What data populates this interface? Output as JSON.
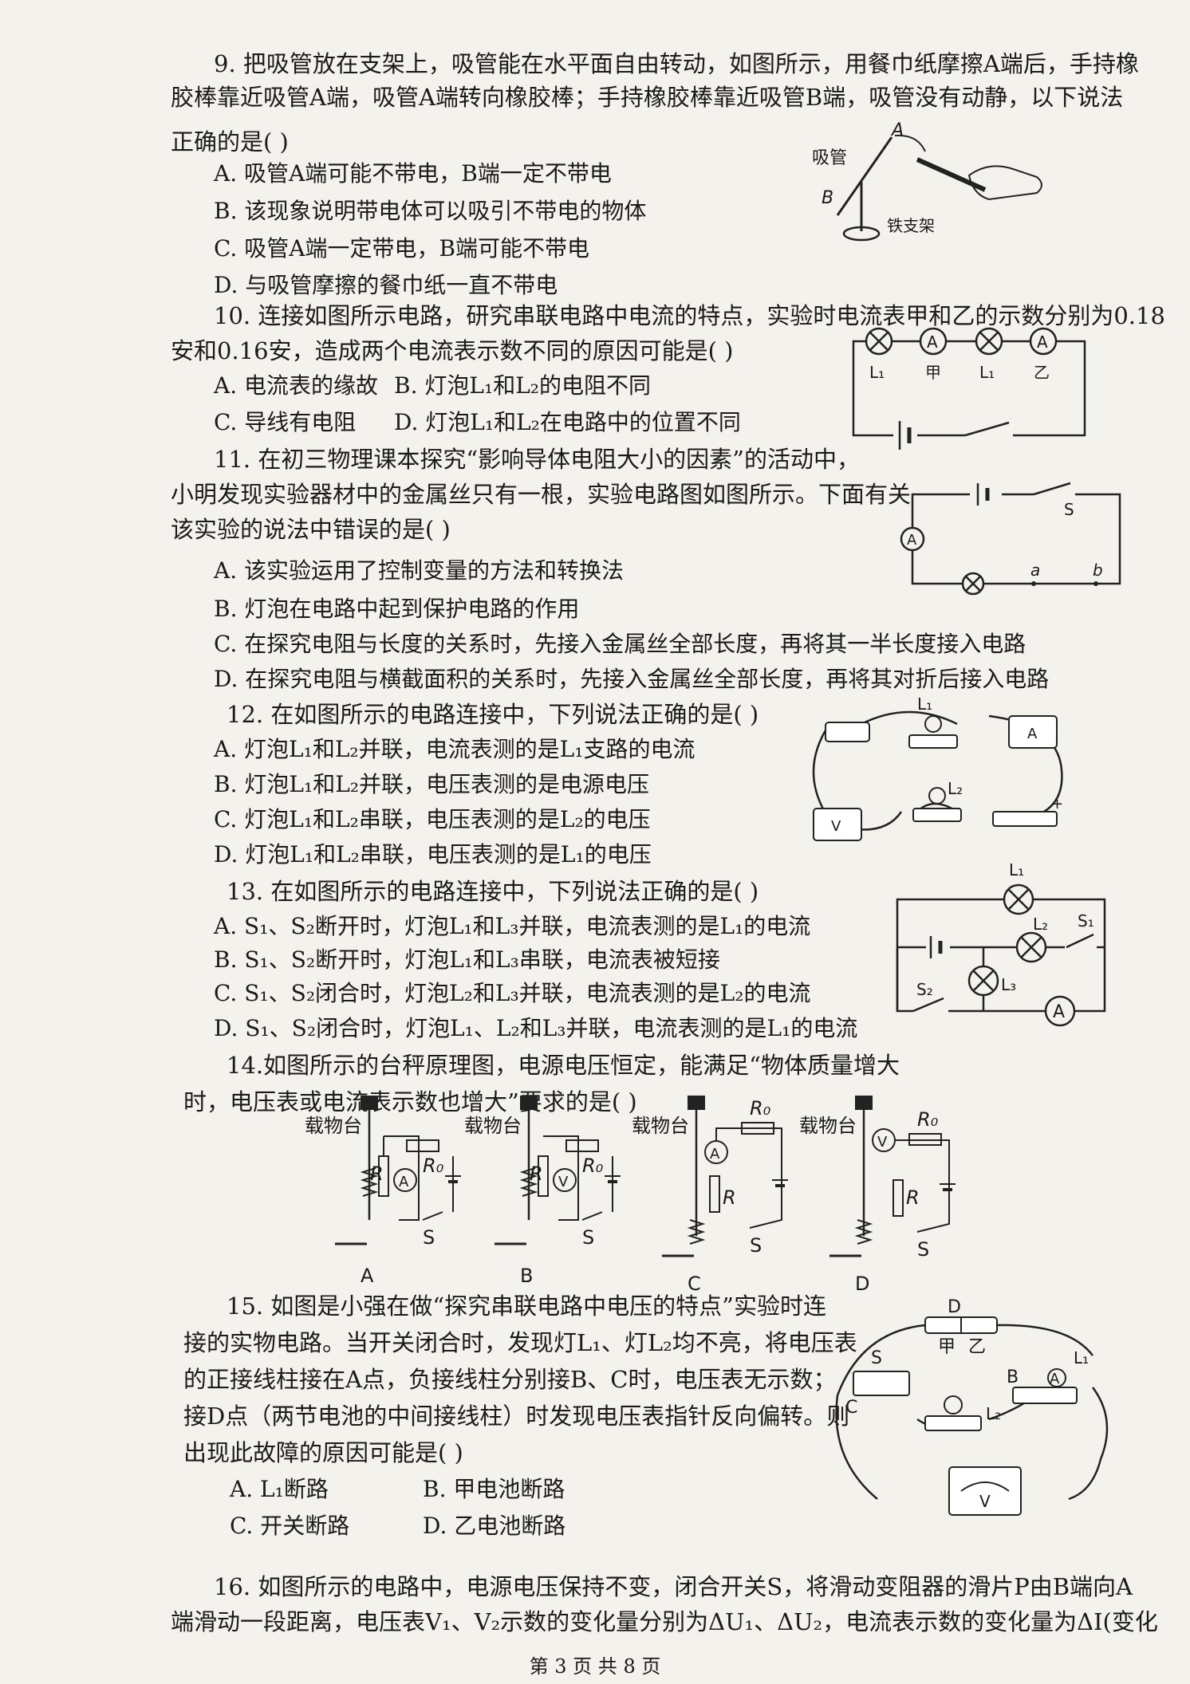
{
  "q9": {
    "stem": [
      "9. 把吸管放在支架上，吸管能在水平面自由转动，如图所示，用餐巾纸摩擦A端后，手持橡",
      "胶棒靠近吸管A端，吸管A端转向橡胶棒；手持橡胶棒靠近吸管B端，吸管没有动静，以下说法",
      "正确的是(      )"
    ],
    "options": [
      "A. 吸管A端可能不带电，B端一定不带电",
      "B. 该现象说明带电体可以吸引不带电的物体",
      "C. 吸管A端一定带电，B端可能不带电",
      "D. 与吸管摩擦的餐巾纸一直不带电"
    ],
    "fig": {
      "straw": "吸管",
      "stand": "铁支架",
      "a": "A",
      "b": "B"
    }
  },
  "q10": {
    "stem": [
      "10. 连接如图所示电路，研究串联电路中电流的特点，实验时电流表甲和乙的示数分别为0.18",
      "安和0.16安，造成两个电流表示数不同的原因可能是(      )"
    ],
    "options": [
      "A. 电流表的缘故",
      "B. 灯泡L₁和L₂的电阻不同",
      "C. 导线有电阻",
      "D. 灯泡L₁和L₂在电路中的位置不同"
    ],
    "fig": {
      "labels": [
        "L₁",
        "甲",
        "L₁",
        "乙"
      ],
      "meter": "A"
    }
  },
  "q11": {
    "stem": [
      "11. 在初三物理课本探究“影响导体电阻大小的因素”的活动中，",
      "小明发现实验器材中的金属丝只有一根，实验电路图如图所示。下面有关",
      "该实验的说法中错误的是(      )"
    ],
    "options": [
      "A. 该实验运用了控制变量的方法和转换法",
      "B. 灯泡在电路中起到保护电路的作用",
      "C. 在探究电阻与长度的关系时，先接入金属丝全部长度，再将其一半长度接入电路",
      "D. 在探究电阻与横截面积的关系时，先接入金属丝全部长度，再将其对折后接入电路"
    ],
    "fig": {
      "s": "S",
      "a": "a",
      "b": "b",
      "meter": "A"
    }
  },
  "q12": {
    "stem": [
      "12. 在如图所示的电路连接中，下列说法正确的是(      )"
    ],
    "options": [
      "A. 灯泡L₁和L₂并联，电流表测的是L₁支路的电流",
      "B. 灯泡L₁和L₂并联，电压表测的是电源电压",
      "C. 灯泡L₁和L₂串联，电压表测的是L₂的电压",
      "D. 灯泡L₁和L₂串联，电压表测的是L₁的电压"
    ],
    "fig": {
      "l1": "L₁",
      "l2": "L₂",
      "v": "V",
      "a": "A",
      "plus": "+"
    }
  },
  "q13": {
    "stem": [
      "13. 在如图所示的电路连接中，下列说法正确的是(      )"
    ],
    "options": [
      "A. S₁、S₂断开时，灯泡L₁和L₃并联，电流表测的是L₁的电流",
      "B. S₁、S₂断开时，灯泡L₁和L₃串联，电流表被短接",
      "C. S₁、S₂闭合时，灯泡L₂和L₃并联，电流表测的是L₂的电流",
      "D. S₁、S₂闭合时，灯泡L₁、L₂和L₃并联，电流表测的是L₁的电流"
    ],
    "fig": {
      "l1": "L₁",
      "l2": "L₂",
      "l3": "L₃",
      "s1": "S₁",
      "s2": "S₂",
      "meter": "A"
    }
  },
  "q14": {
    "stem": [
      "14.如图所示的台秤原理图，电源电压恒定，能满足“物体质量增大",
      "时，电压表或电流表示数也增大”要求的是(      )"
    ],
    "fig": {
      "platform": "载物台",
      "r": "R",
      "r0": "R₀",
      "s": "S",
      "panels": [
        {
          "letter": "A",
          "meter": "A"
        },
        {
          "letter": "B",
          "meter": "V"
        },
        {
          "letter": "C",
          "meter": "A"
        },
        {
          "letter": "D",
          "meter": "V"
        }
      ]
    }
  },
  "q15": {
    "stem": [
      "15. 如图是小强在做“探究串联电路中电压的特点”实验时连",
      "接的实物电路。当开关闭合时，发现灯L₁、灯L₂均不亮，将电压表",
      "的正接线柱接在A点，负接线柱分别接B、C时，电压表无示数；",
      "接D点（两节电池的中间接线柱）时发现电压表指针反向偏转。则",
      "出现此故障的原因可能是(      )"
    ],
    "options": [
      "A. L₁断路",
      "B. 甲电池断路",
      "C. 开关断路",
      "D. 乙电池断路"
    ],
    "fig": {
      "d": "D",
      "jia": "甲",
      "yi": "乙",
      "s": "S",
      "c": "C",
      "b": "B",
      "a": "A",
      "l1": "L₁",
      "l2": "L₂",
      "v": "V"
    }
  },
  "q16": {
    "stem": [
      "16. 如图所示的电路中，电源电压保持不变，闭合开关S，将滑动变阻器的滑片P由B端向A",
      "端滑动一段距离，电压表V₁、V₂示数的变化量分别为ΔU₁、ΔU₂，电流表示数的变化量为ΔI(变化"
    ]
  },
  "footer": "第 3 页 共 8 页"
}
